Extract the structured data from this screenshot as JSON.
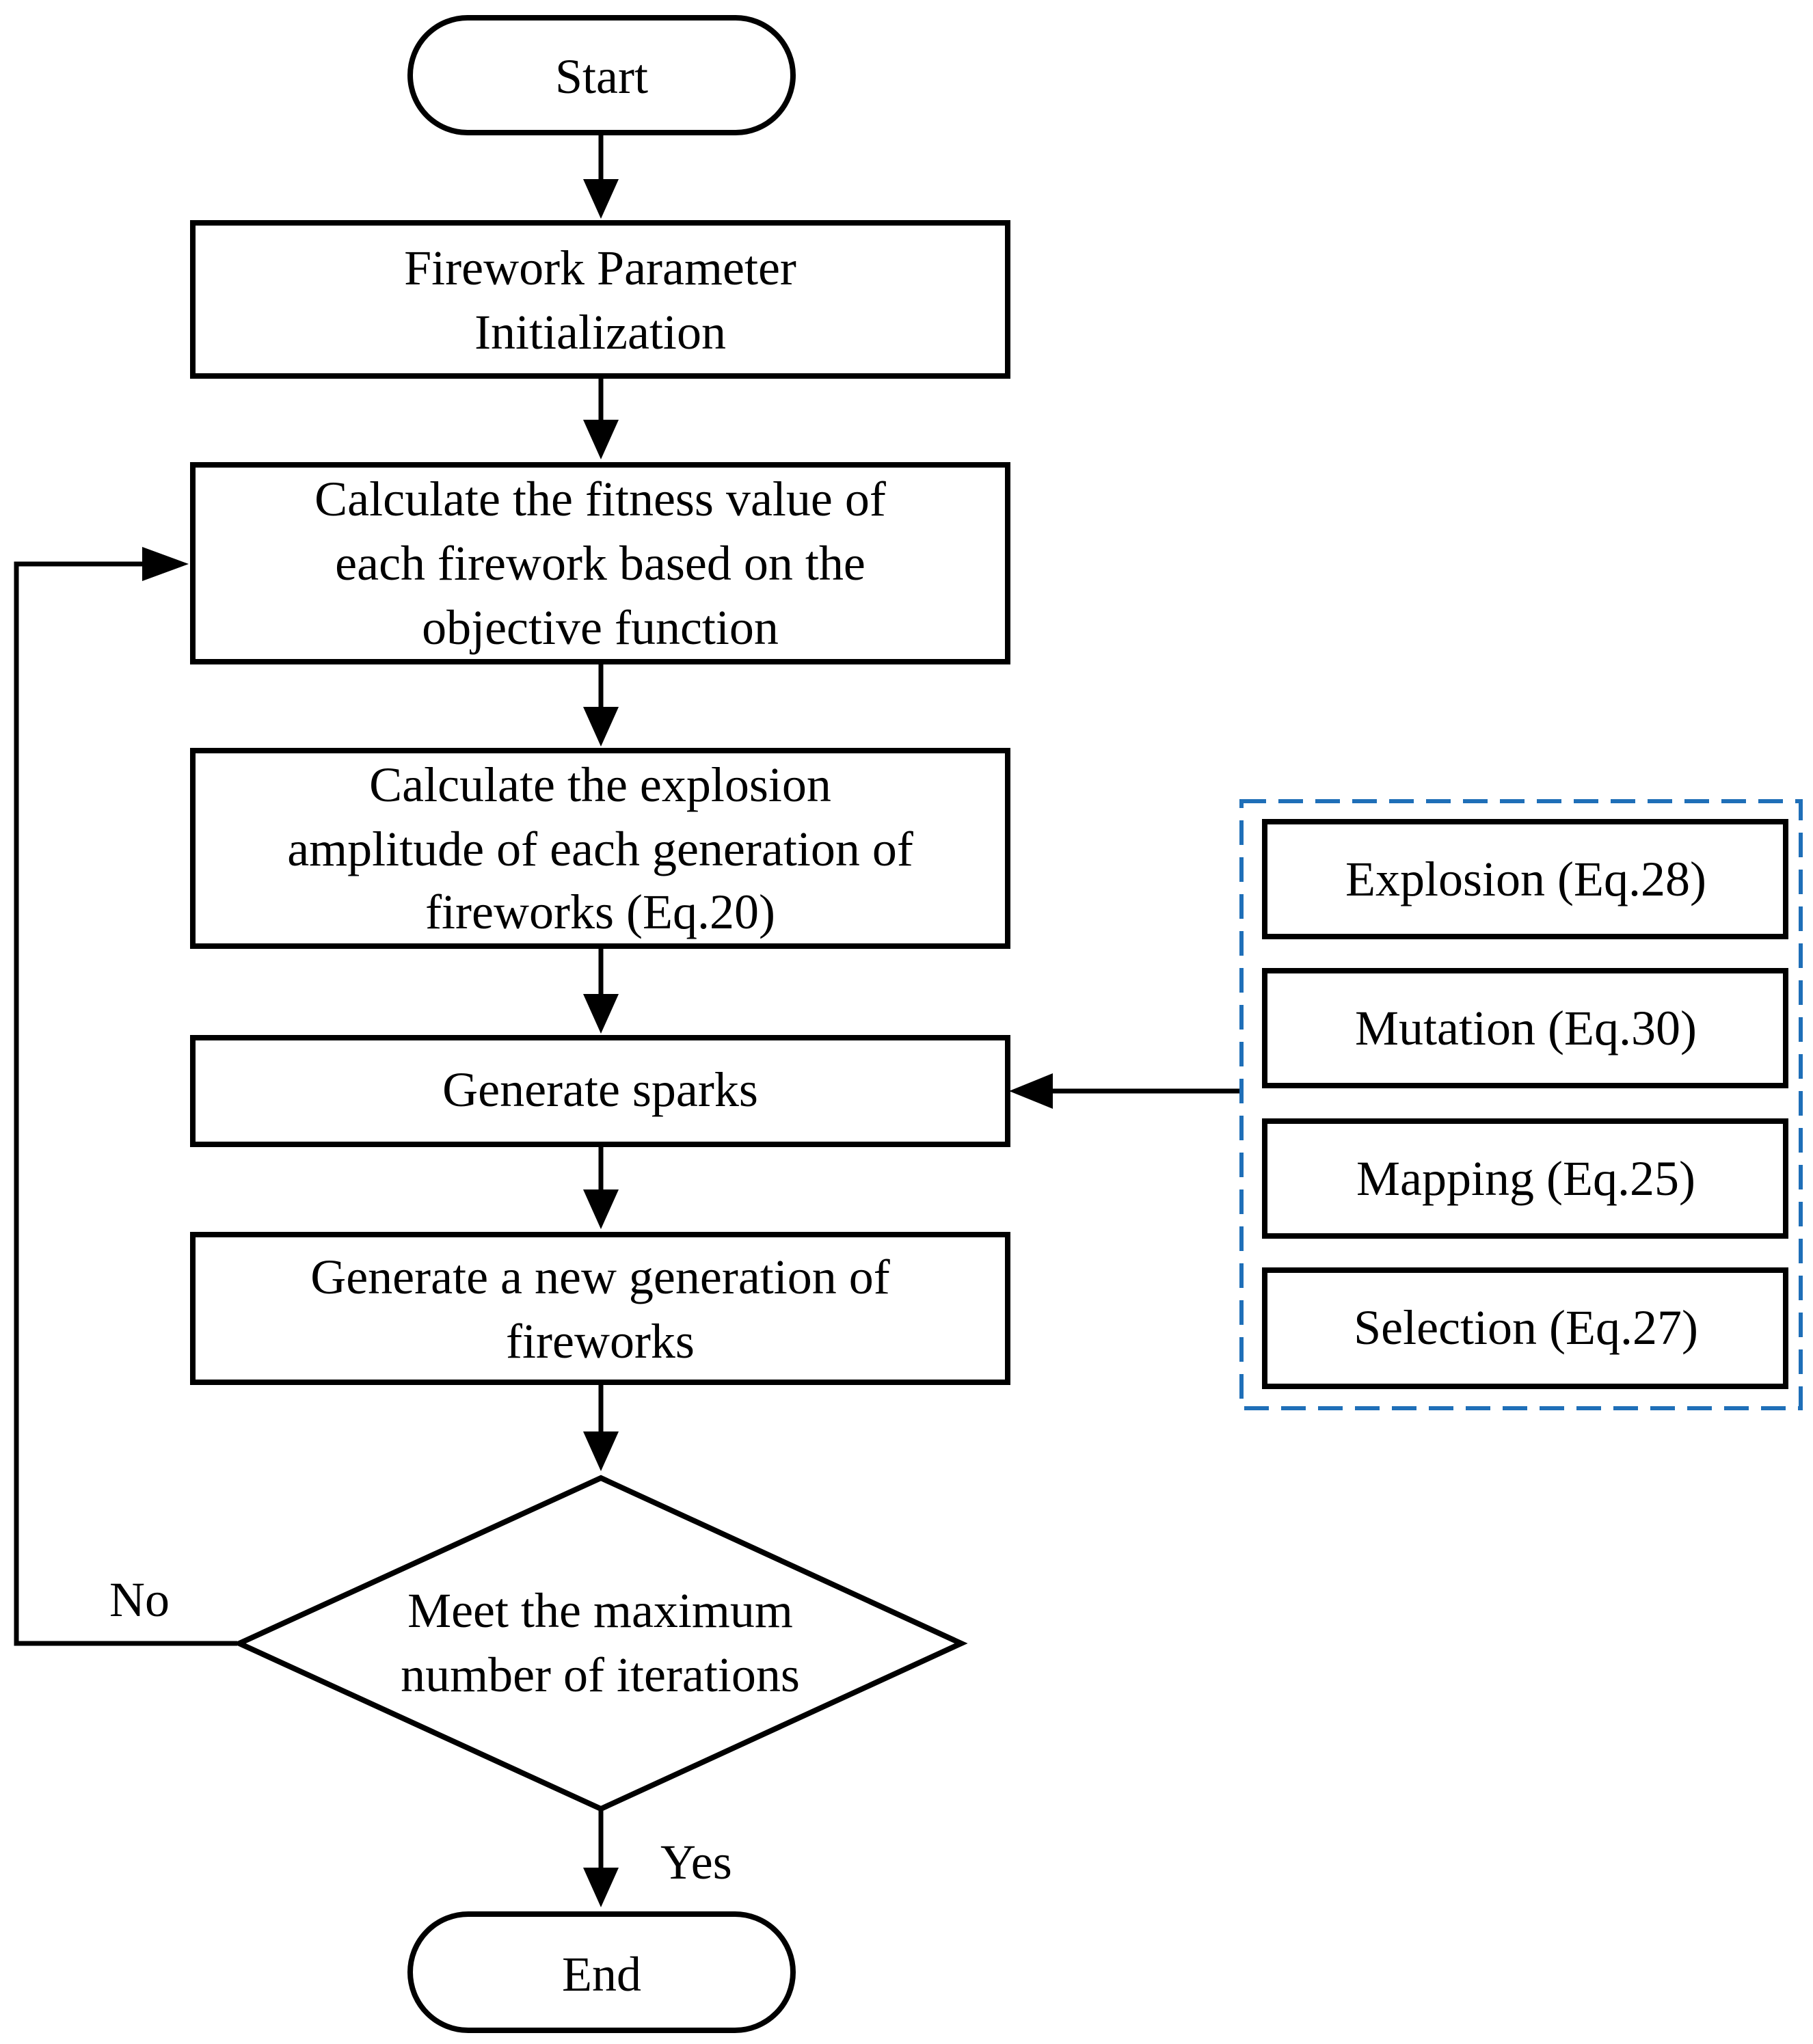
{
  "nodes": {
    "start": "Start",
    "init": [
      "Firework Parameter",
      "Initialization"
    ],
    "fitness": [
      "Calculate the fitness value of",
      "each firework based on the",
      "objective function"
    ],
    "amplitude": [
      "Calculate the explosion",
      "amplitude of each generation of",
      "fireworks (Eq.20)"
    ],
    "sparks": "Generate sparks",
    "new_gen": [
      "Generate a new generation of",
      "fireworks"
    ],
    "decision": [
      "Meet the maximum",
      "number of iterations"
    ],
    "end": "End"
  },
  "operators": [
    "Explosion (Eq.28)",
    "Mutation (Eq.30)",
    "Mapping (Eq.25)",
    "Selection (Eq.27)"
  ],
  "edge_labels": {
    "no": "No",
    "yes": "Yes"
  },
  "colors": {
    "stroke": "#000000",
    "operators_group_border": "#1f6fb8",
    "background": "#ffffff"
  }
}
